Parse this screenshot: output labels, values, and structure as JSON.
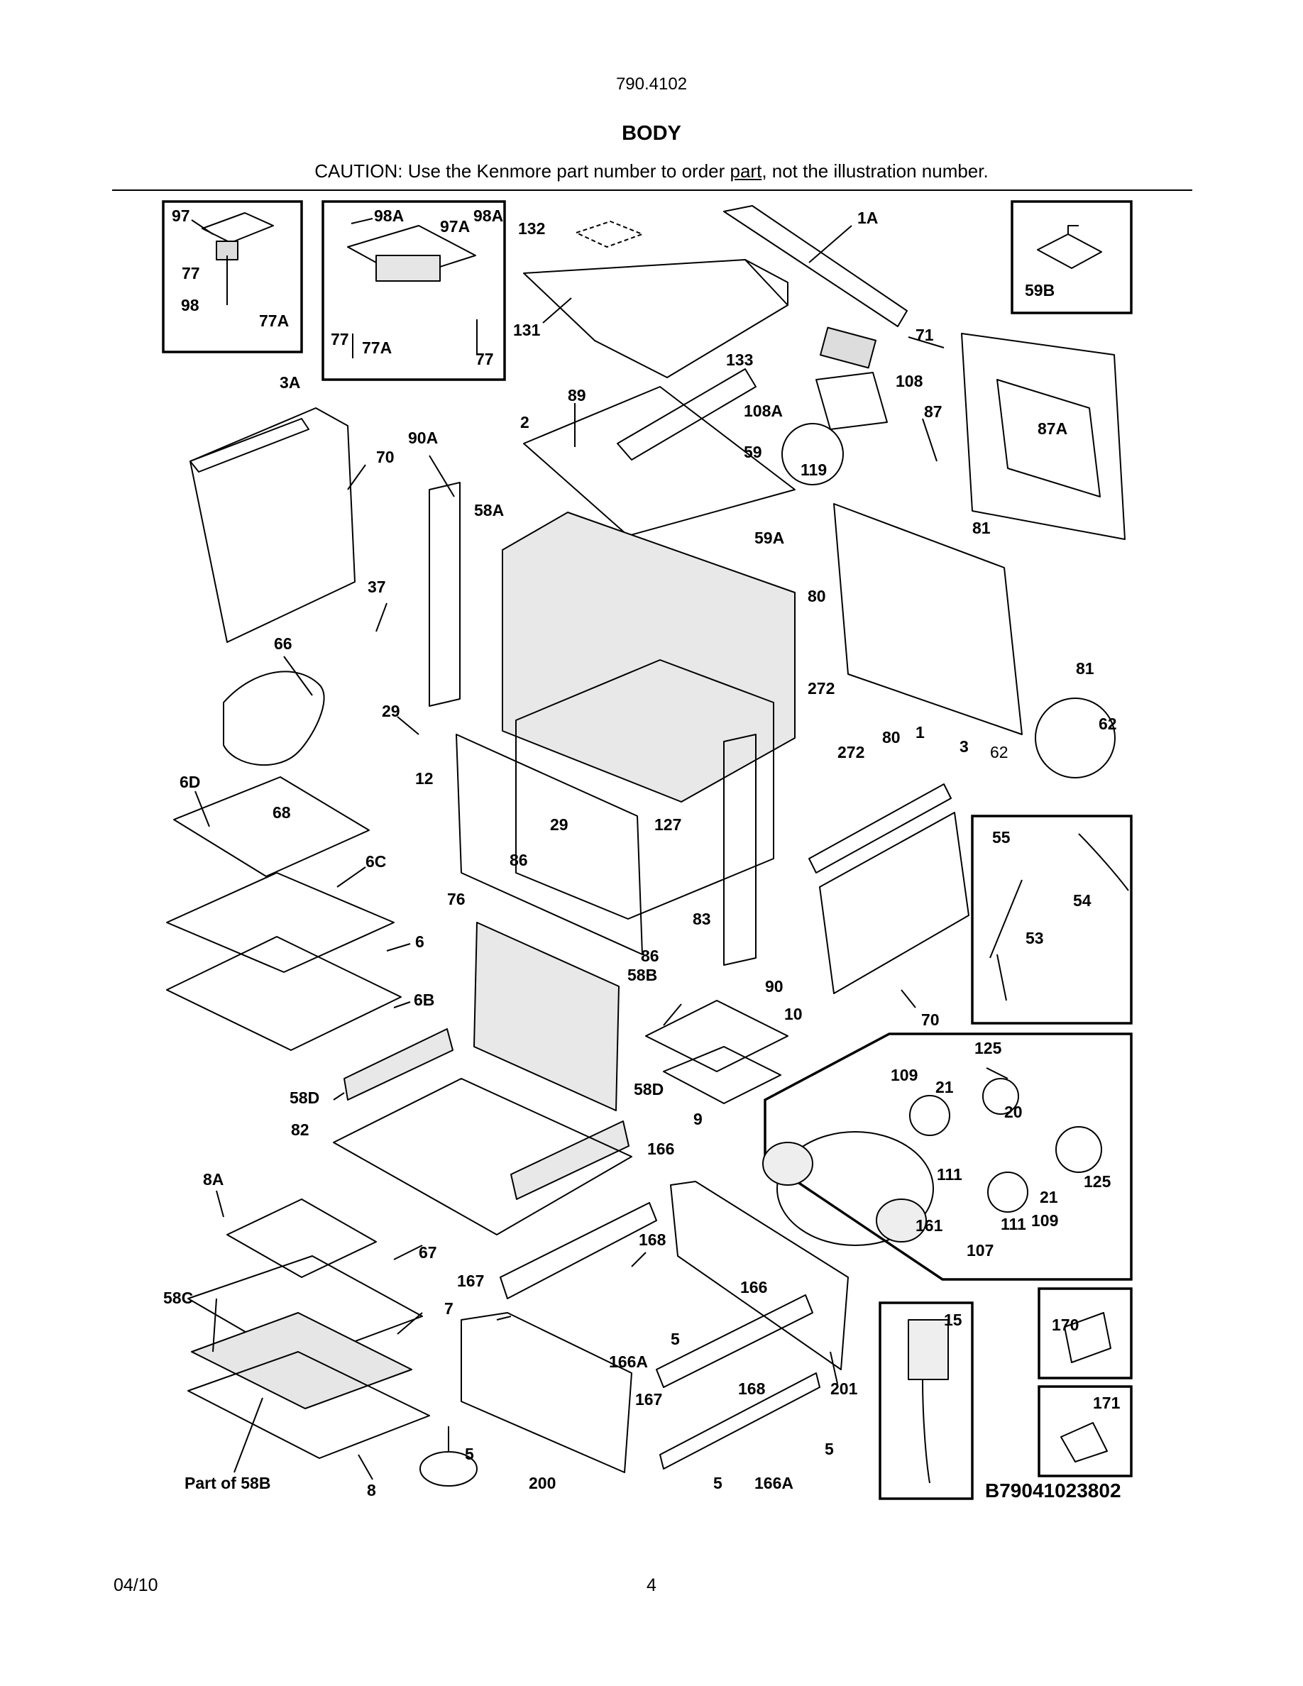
{
  "header": {
    "model": "790.4102",
    "title": "BODY",
    "caution_pre": "CAUTION: Use the Kenmore part number to order ",
    "caution_underlined": "part",
    "caution_post": ", not the illustration number."
  },
  "diagram": {
    "reference_code": "B79041023802",
    "callouts": {
      "c97": "97",
      "c98A_1": "98A",
      "c97A": "97A",
      "c98A_2": "98A",
      "c132": "132",
      "c1A": "1A",
      "c77_1": "77",
      "c98": "98",
      "c77A_1": "77A",
      "c77_2": "77",
      "c77A_2": "77A",
      "c77_3": "77",
      "c131": "131",
      "c59B": "59B",
      "c71": "71",
      "c108": "108",
      "c133": "133",
      "c108A": "108A",
      "c3A": "3A",
      "c89": "89",
      "c2": "2",
      "c59": "59",
      "c119": "119",
      "c87": "87",
      "c87A": "87A",
      "c90A": "90A",
      "c70_1": "70",
      "c58A": "58A",
      "c59A": "59A",
      "c81_1": "81",
      "c37": "37",
      "c80_1": "80",
      "c66": "66",
      "c272_1": "272",
      "c81_2": "81",
      "c29_1": "29",
      "c62_1": "62",
      "c80_2": "80",
      "c1": "1",
      "c272_2": "272",
      "c3": "3",
      "c62_2": "62",
      "c12": "12",
      "c6D": "6D",
      "c68": "68",
      "c29_2": "29",
      "c127": "127",
      "c55": "55",
      "c86_1": "86",
      "c6C": "6C",
      "c54": "54",
      "c76": "76",
      "c83": "83",
      "c6": "6",
      "c53": "53",
      "c86_2": "86",
      "c58B": "58B",
      "c90": "90",
      "c6B": "6B",
      "c10": "10",
      "c70_2": "70",
      "c125_1": "125",
      "c109_1": "109",
      "c21_1": "21",
      "c58D_1": "58D",
      "c58D_2": "58D",
      "c20": "20",
      "c9": "9",
      "c82": "82",
      "c166_1": "166",
      "c111_1": "111",
      "c125_2": "125",
      "c8A": "8A",
      "c21_2": "21",
      "c161": "161",
      "c111_2": "111",
      "c109_2": "109",
      "c168_1": "168",
      "c107": "107",
      "c67": "67",
      "c167_1": "167",
      "c166_2": "166",
      "c15": "15",
      "c170": "170",
      "c58C": "58C",
      "c7": "7",
      "c5_1": "5",
      "c166A_1": "166A",
      "c168_2": "168",
      "c201": "201",
      "c167_2": "167",
      "c171": "171",
      "c5_2": "5",
      "c5_3": "5",
      "c_part58B": "Part of 58B",
      "c8": "8",
      "c200": "200",
      "c5_4": "5",
      "c166A_2": "166A"
    }
  },
  "footer": {
    "date": "04/10",
    "page": "4"
  }
}
